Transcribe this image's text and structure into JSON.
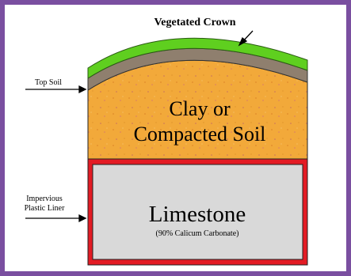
{
  "diagram": {
    "labels": {
      "crown": "Vegetated Crown",
      "topsoil": "Top Soil",
      "liner_line1": "Impervious",
      "liner_line2": "Plastic Liner"
    },
    "layers": {
      "clay_line1": "Clay or",
      "clay_line2": "Compacted Soil",
      "limestone": "Limestone",
      "limestone_sub": "(90% Calicum Carbonate)"
    },
    "colors": {
      "frame": "#7a4fa0",
      "vegetation": "#5fcf1f",
      "topsoil": "#8f7f6e",
      "clay": "#f2a93a",
      "liner": "#e31b24",
      "limestone": "#d9d9d9"
    }
  }
}
